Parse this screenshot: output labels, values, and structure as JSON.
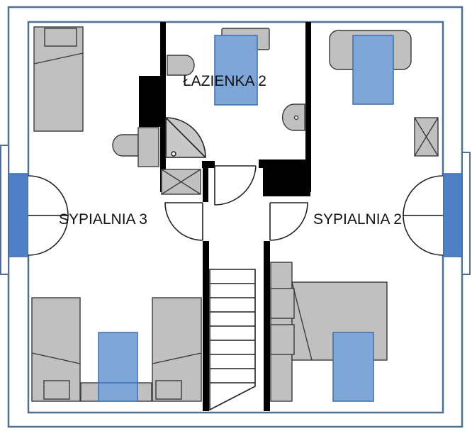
{
  "rooms": {
    "bathroom": {
      "label": "ŁAZIENKA 2"
    },
    "bedroom_left": {
      "label": "SYPIALNIA 3"
    },
    "bedroom_right": {
      "label": "SYPIALNIA 2"
    }
  },
  "colors": {
    "outline": "#4f6f94",
    "wall": "#000000",
    "furniture_fill": "#c0c0c0",
    "furniture_stroke": "#3a3a3a",
    "bedding_fill": "#7fa6d8",
    "bedding_stroke": "#3f6db0",
    "window_fill": "#4f7fc4"
  },
  "icons": [
    "door-swing",
    "bed",
    "toilet",
    "sink",
    "shower",
    "wardrobe",
    "staircase",
    "window"
  ]
}
